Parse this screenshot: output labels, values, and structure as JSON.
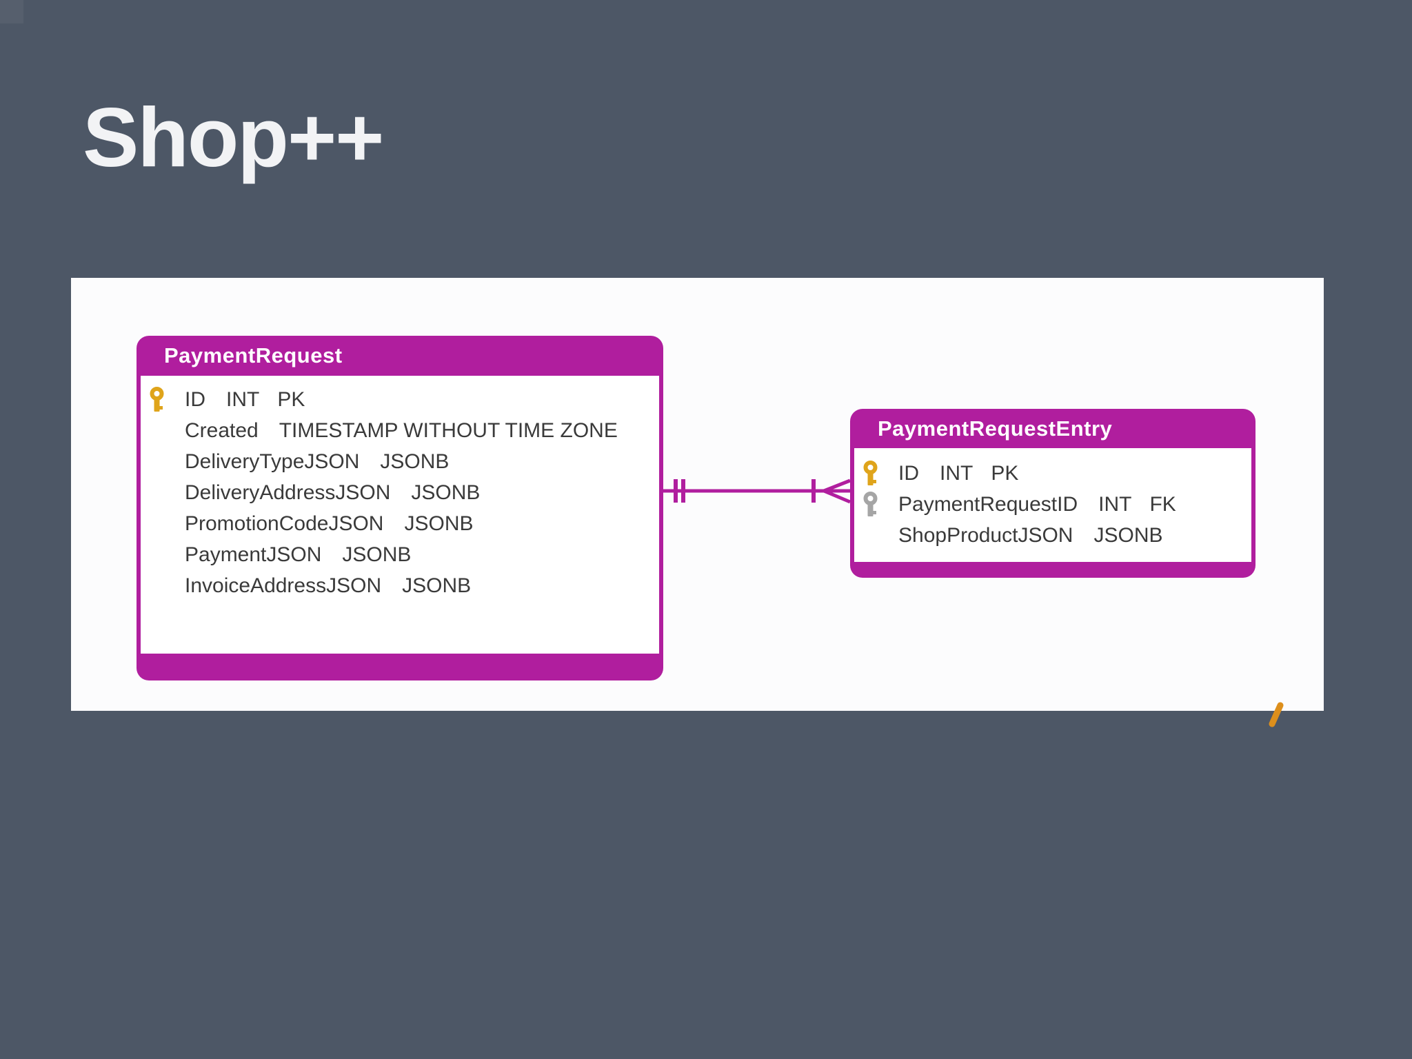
{
  "slide": {
    "title": "Shop++"
  },
  "colors": {
    "background": "#4d5766",
    "panel": "#fcfcfd",
    "magenta": "#b01e9e",
    "row_text": "#3a3a3a",
    "pk_key": "#dfa41b",
    "fk_key": "#a5a5a5",
    "accent_mark": "#dd8f1c"
  },
  "diagram": {
    "tables": [
      {
        "name": "PaymentRequest",
        "columns": [
          {
            "name": "ID",
            "type": "INT",
            "flag": "PK",
            "key_icon": "gold-key-icon"
          },
          {
            "name": "Created",
            "type": "TIMESTAMP WITHOUT TIME ZONE"
          },
          {
            "name": "DeliveryTypeJSON",
            "type": "JSONB"
          },
          {
            "name": "DeliveryAddressJSON",
            "type": "JSONB"
          },
          {
            "name": "PromotionCodeJSON",
            "type": "JSONB"
          },
          {
            "name": "PaymentJSON",
            "type": "JSONB"
          },
          {
            "name": "InvoiceAddressJSON",
            "type": "JSONB"
          }
        ]
      },
      {
        "name": "PaymentRequestEntry",
        "columns": [
          {
            "name": "ID",
            "type": "INT",
            "flag": "PK",
            "key_icon": "gold-key-icon"
          },
          {
            "name": "PaymentRequestID",
            "type": "INT",
            "flag": "FK",
            "key_icon": "gray-key-icon"
          },
          {
            "name": "ShopProductJSON",
            "type": "JSONB"
          }
        ]
      }
    ],
    "relationship": {
      "from": "PaymentRequest",
      "to": "PaymentRequestEntry",
      "from_cardinality": "exactly-one",
      "to_cardinality": "one-or-many"
    }
  }
}
